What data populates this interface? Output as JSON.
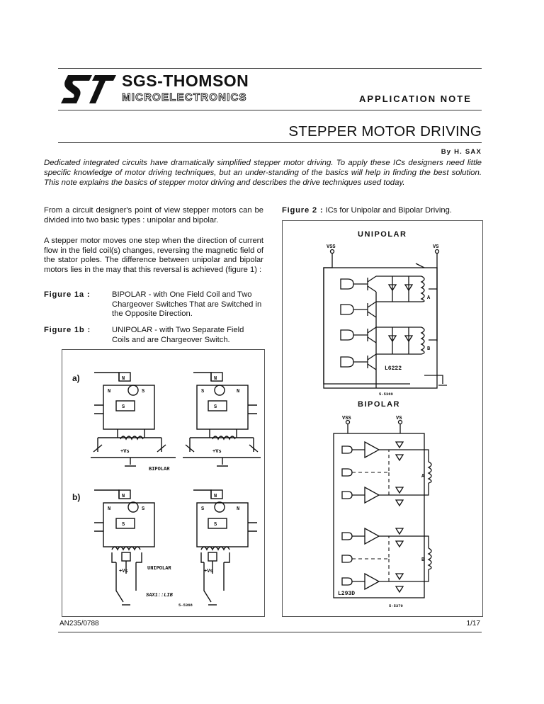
{
  "header": {
    "brand_top": "SGS-THOMSON",
    "brand_bottom": "MICROELECTRONICS",
    "doc_type": "APPLICATION NOTE"
  },
  "title": "STEPPER MOTOR DRIVING",
  "author": "By H. SAX",
  "abstract": "Dedicated integrated circuits have dramatically simplified stepper motor driving. To apply these ICs designers need little specific knowledge of motor driving techniques, but an under-standing of the basics will help in finding the best solution. This note explains the basics of stepper motor driving and describes the drive techniques used today.",
  "body": {
    "para1": "From a circuit designer's point of view stepper motors can be divided into two basic types : unipolar and bipolar.",
    "para2": "A stepper motor moves one step when the direction of current flow in the field coil(s) changes, reversing the magnetic field of the stator poles. The difference between unipolar and bipolar motors lies in the may that this reversal is achieved (figure 1) :",
    "fig1a_label": "Figure 1a :",
    "fig1a_text": "BIPOLAR - with One Field Coil and Two Chargeover Switches That are Switched in the Opposite Direction.",
    "fig1b_label": "Figure 1b :",
    "fig1b_text": "UNIPOLAR - with Two Separate Field Coils and are Chargeover Switch."
  },
  "figure1": {
    "label_a": "a)",
    "label_b": "b)",
    "bipolar": "BIPOLAR",
    "unipolar": "UNIPOLAR",
    "vs": "+Vs",
    "pole_n": "N",
    "pole_s": "S",
    "credit": "SAX1::LIB",
    "code": "5-5368"
  },
  "figure2": {
    "caption_label": "Figure 2 :",
    "caption_text": "ICs for Unipolar and Bipolar Driving.",
    "unipolar_title": "UNIPOLAR",
    "bipolar_title": "BIPOLAR",
    "vss": "VSS",
    "vs": "VS",
    "coil_a": "A",
    "coil_b": "B",
    "ic1": "L6222",
    "ic2": "L293D",
    "code1": "5-5369",
    "code2": "5-5370"
  },
  "footer": {
    "doc_code": "AN235/0788",
    "page": "1/17"
  }
}
